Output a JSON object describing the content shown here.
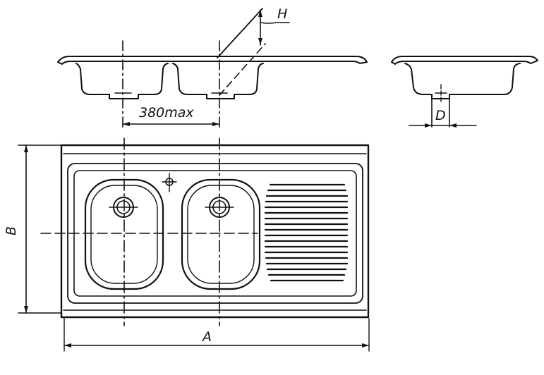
{
  "drawing": {
    "labels": {
      "height": "H",
      "spacing": "380max",
      "drain_diameter": "D",
      "width": "B",
      "length": "A"
    }
  }
}
